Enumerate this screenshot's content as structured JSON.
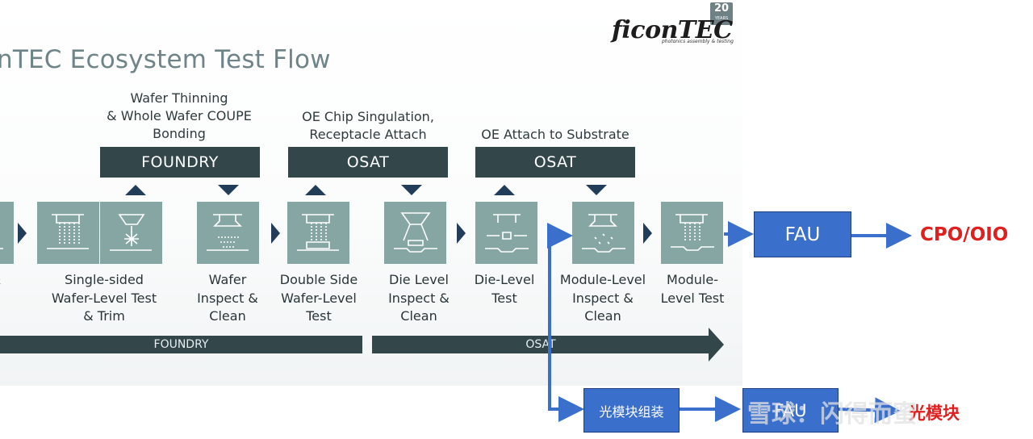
{
  "slide": {
    "title": "nTEC Ecosystem Test Flow",
    "logo": {
      "text": "ficonTEC",
      "tagline": "photonics assembly & testing",
      "badge_number": "20",
      "badge_text": "YEARS"
    }
  },
  "process_captions": [
    "Wafer Thinning\n& Whole Wafer COUPE\nBonding",
    "OE Chip Singulation,\nReceptacle Attach",
    "OE Attach to Substrate"
  ],
  "bars": [
    "FOUNDRY",
    "OSAT",
    "OSAT"
  ],
  "steps": [
    {
      "label": "&",
      "icon": "wafer-probe-icon"
    },
    {
      "label": "Single-sided\nWafer-Level Test\n& Trim",
      "icon": "wafer-probe-icon"
    },
    {
      "label": "",
      "icon": "laser-trim-icon"
    },
    {
      "label": "Wafer\nInspect &\nClean",
      "icon": "inspect-camera-icon"
    },
    {
      "label": "Double Side\nWafer-Level\nTest",
      "icon": "double-side-probe-icon"
    },
    {
      "label": "Die Level\nInspect &\nClean",
      "icon": "die-inspect-icon"
    },
    {
      "label": "Die-Level\nTest",
      "icon": "die-test-icon"
    },
    {
      "label": "Module-Level\nInspect &\nClean",
      "icon": "module-inspect-icon"
    },
    {
      "label": "Module-\nLevel Test",
      "icon": "module-test-icon"
    }
  ],
  "stage_bands": [
    "FOUNDRY",
    "OSAT"
  ],
  "annotations": {
    "fau_top": "FAU",
    "cpo_label": "CPO/OIO",
    "module_assembly": "光模块组装",
    "fau_bottom": "FAU",
    "optical_module_label": "光模块",
    "watermark": "雪球：闪得而蜜"
  },
  "colors": {
    "icon_tile": "#86a6a4",
    "dark_bar": "#33474b",
    "navy_marker": "#223d5a",
    "annotation_blue": "#3b6fcc",
    "annotation_red": "#e21f1f"
  }
}
